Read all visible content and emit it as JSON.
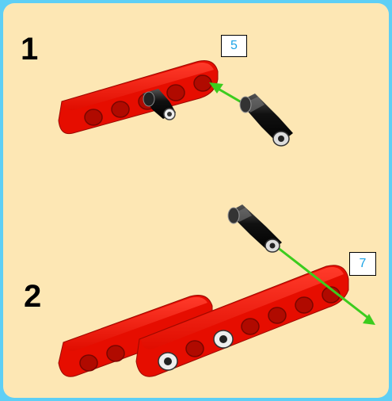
{
  "steps": [
    {
      "number": "1",
      "callout": "5"
    },
    {
      "number": "2",
      "callout": "7"
    }
  ],
  "colors": {
    "background_border": "#5ecff5",
    "panel": "#fde7b4",
    "beam": "#e60d00",
    "arrow": "#3ccc1e",
    "callout_text": "#1aa3e6"
  }
}
